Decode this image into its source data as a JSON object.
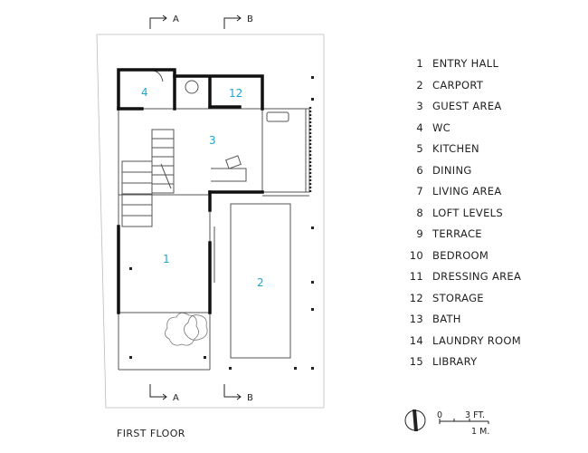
{
  "floor_title": "FIRST FLOOR",
  "section_markers": {
    "a": "A",
    "b": "B"
  },
  "scale": {
    "feet": "3 FT.",
    "meters": "1 M.",
    "zero": "0"
  },
  "room_tags": [
    {
      "num": "1"
    },
    {
      "num": "2"
    },
    {
      "num": "3"
    },
    {
      "num": "4"
    },
    {
      "num": "12"
    }
  ],
  "legend": [
    {
      "num": "1",
      "label": "ENTRY HALL"
    },
    {
      "num": "2",
      "label": "CARPORT"
    },
    {
      "num": "3",
      "label": "GUEST AREA"
    },
    {
      "num": "4",
      "label": "WC"
    },
    {
      "num": "5",
      "label": "KITCHEN"
    },
    {
      "num": "6",
      "label": "DINING"
    },
    {
      "num": "7",
      "label": "LIVING AREA"
    },
    {
      "num": "8",
      "label": "LOFT LEVELS"
    },
    {
      "num": "9",
      "label": "TERRACE"
    },
    {
      "num": "10",
      "label": "BEDROOM"
    },
    {
      "num": "11",
      "label": "DRESSING AREA"
    },
    {
      "num": "12",
      "label": "STORAGE"
    },
    {
      "num": "13",
      "label": "BATH"
    },
    {
      "num": "14",
      "label": "LAUNDRY ROOM"
    },
    {
      "num": "15",
      "label": "LIBRARY"
    }
  ],
  "colors": {
    "room_number": "#1ea8d2",
    "line": "#222222",
    "wall": "#111111"
  }
}
